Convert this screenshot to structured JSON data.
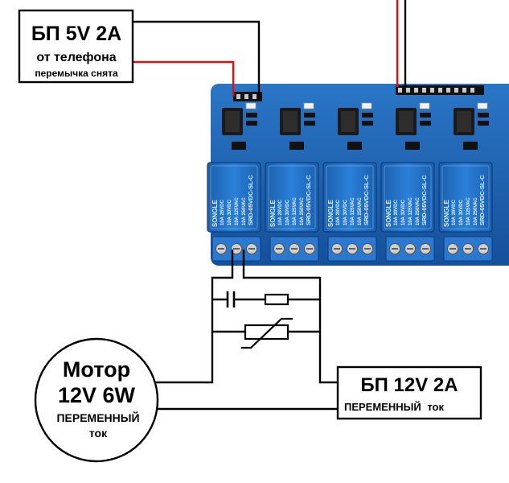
{
  "psu5": {
    "line1": "БП 5V 2A",
    "line2": "от телефона",
    "line3": "перемычка снята"
  },
  "psu12": {
    "line1": "БП 12V 2A",
    "line2a": "ПЕРЕМЕННЫЙ",
    "line2b": "ток"
  },
  "motor": {
    "line1": "Мотор",
    "line2": "12V 6W",
    "line3": "ПЕРЕМЕННЫЙ",
    "line4": "ток"
  },
  "relay_module": {
    "relay_brand": "SONGLE",
    "relay_model": "SRD-05VDC-SL-C",
    "relay_rating_1": "10A 250VAC",
    "relay_rating_2": "10A 125VAC",
    "relay_rating_3": "10A 30VDC",
    "relay_rating_4": "10A 28VDC",
    "relay_count_visible": 5
  },
  "colors": {
    "board": "#1d63b0",
    "relay": "#1f70c9",
    "terminal": "#2a78d0",
    "wire": "#000000",
    "wire_positive": "#e01010"
  }
}
